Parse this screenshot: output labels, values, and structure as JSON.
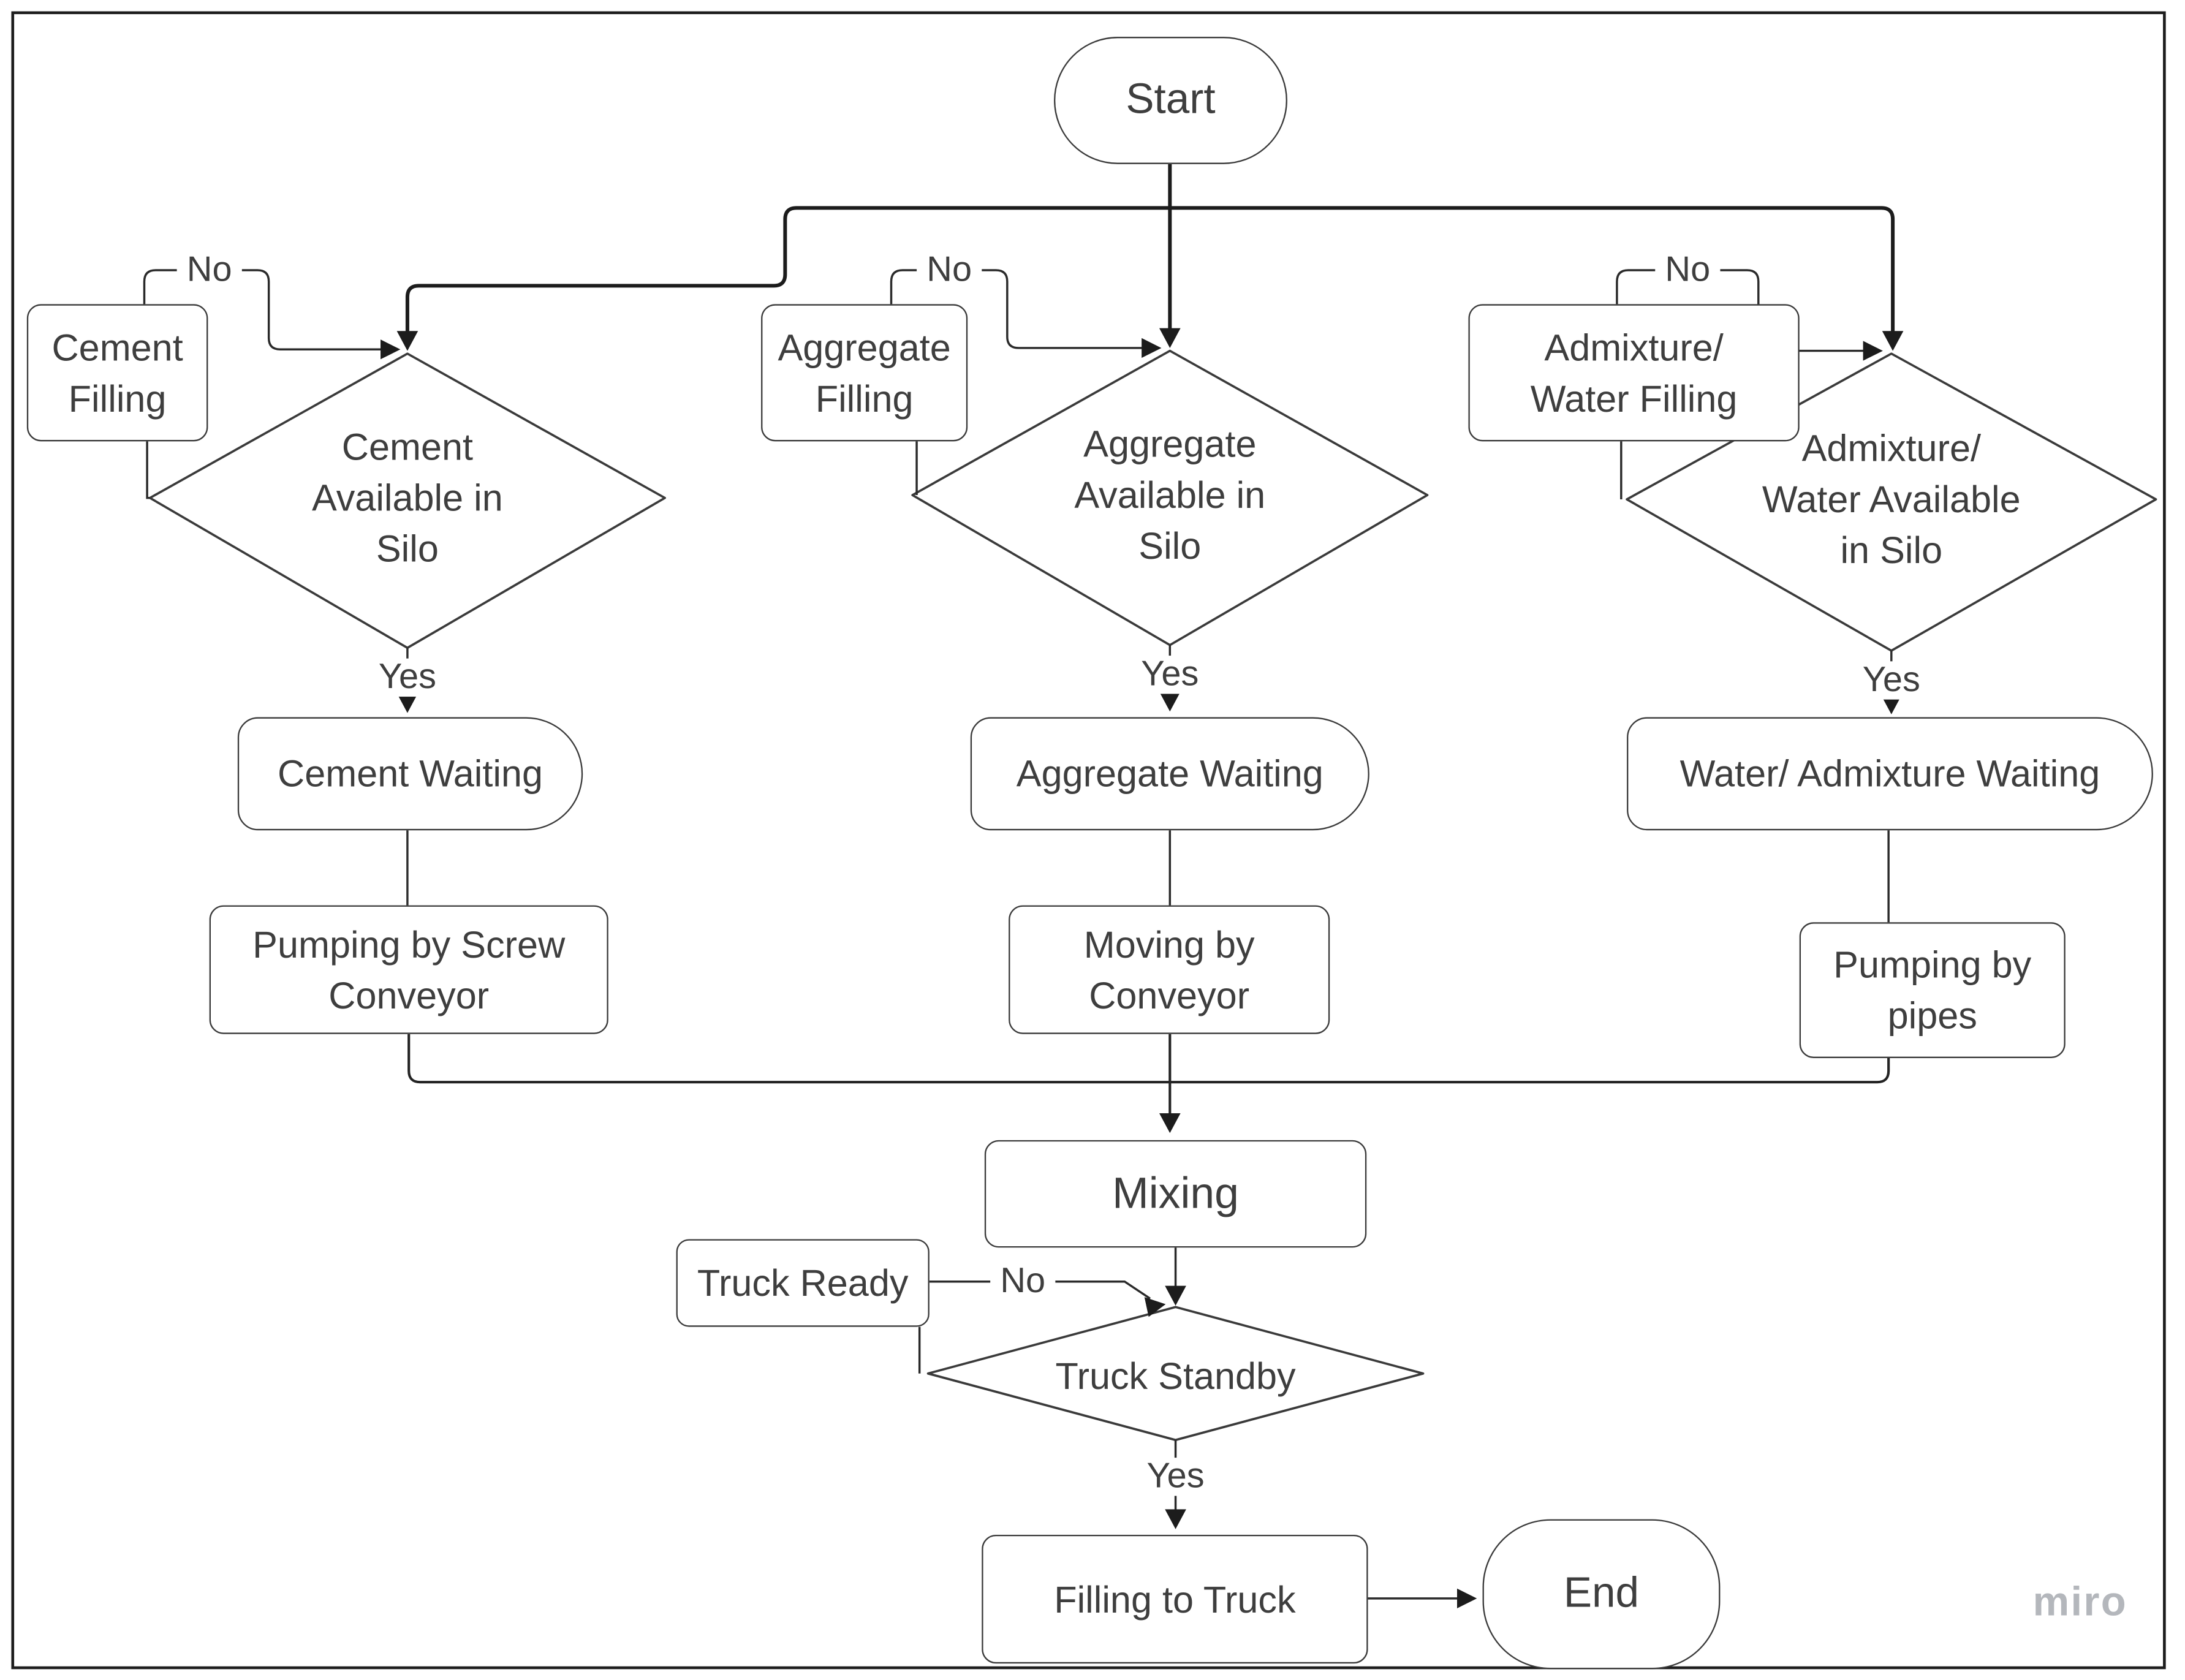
{
  "watermark": "miro",
  "edge_labels": {
    "yes": "Yes",
    "no": "No"
  },
  "nodes": {
    "start": "Start",
    "cement_filling": "Cement\nFilling",
    "cement_available": "Cement\nAvailable in\nSilo",
    "cement_waiting": "Cement Waiting",
    "pumping_screw": "Pumping by Screw\nConveyor",
    "aggregate_filling": "Aggregate\nFilling",
    "aggregate_available": "Aggregate\nAvailable in\nSilo",
    "aggregate_waiting": "Aggregate Waiting",
    "moving_conveyor": "Moving by\nConveyor",
    "admixture_filling": "Admixture/\nWater Filling",
    "admixture_available": "Admixture/\nWater Available\nin Silo",
    "water_admixture_waiting": "Water/ Admixture Waiting",
    "pumping_pipes": "Pumping by\npipes",
    "mixing": "Mixing",
    "truck_ready": "Truck Ready",
    "truck_standby": "Truck Standby",
    "filling_truck": "Filling to Truck",
    "end": "End"
  }
}
